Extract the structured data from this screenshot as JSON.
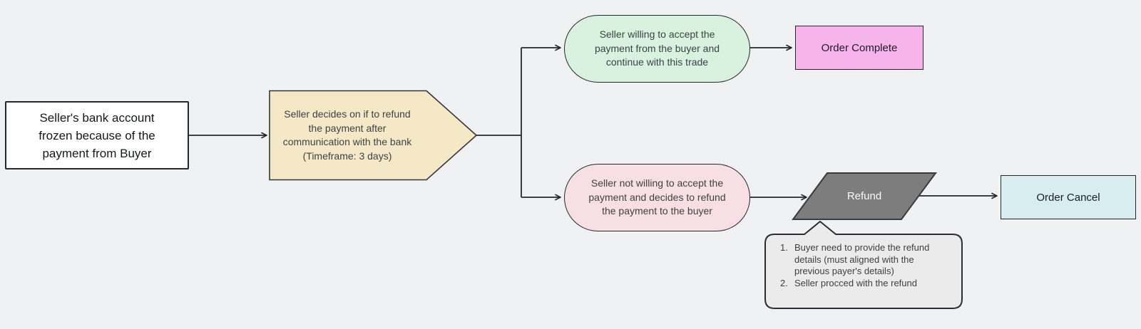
{
  "diagram": {
    "type": "flowchart",
    "background_color": "#f0f1f3",
    "line_color": "#26282b",
    "nodes": {
      "frozen": {
        "shape": "rectangle",
        "fill": "#ffffff",
        "label": "Seller's bank account frozen because of the payment from Buyer",
        "lines": [
          "Seller's bank account",
          "frozen because of the",
          "payment from Buyer"
        ]
      },
      "decision": {
        "shape": "pentagon-arrow",
        "fill": "#f5e8c6",
        "label": "Seller decides on if to refund the payment after communication with the bank (Timeframe: 3 days)",
        "lines": [
          "Seller decides on if to refund",
          "the payment after",
          "communication with the bank",
          "(Timeframe: 3 days)"
        ]
      },
      "accept": {
        "shape": "pill",
        "fill": "#d9f2df",
        "label": "Seller willing to accept the payment from the buyer and continue with this trade",
        "lines": [
          "Seller willing to accept the",
          "payment from the buyer and",
          "continue with this trade"
        ]
      },
      "order_complete": {
        "shape": "rectangle",
        "fill": "#f7b3ec",
        "label": "Order Complete"
      },
      "reject": {
        "shape": "pill",
        "fill": "#f8dfe3",
        "label": "Seller not willing to accept the payment and decides to refund the payment to the buyer",
        "lines": [
          "Seller not willing to accept the",
          "payment and decides to refund",
          "the payment to the buyer"
        ]
      },
      "refund": {
        "shape": "parallelogram",
        "fill": "#7d7d7d",
        "text_color": "#ffffff",
        "label": "Refund"
      },
      "order_cancel": {
        "shape": "rectangle",
        "fill": "#d7edef",
        "label": "Order Cancel"
      },
      "note": {
        "shape": "callout",
        "fill": "#ebebeb",
        "items": [
          {
            "num": "1.",
            "text": "Buyer need to provide the refund details (must aligned with the previous payer's details)"
          },
          {
            "num": "2.",
            "text": "Seller procced with the refund"
          }
        ]
      }
    },
    "edges": [
      {
        "from": "frozen",
        "to": "decision"
      },
      {
        "from": "decision",
        "to": "accept"
      },
      {
        "from": "decision",
        "to": "reject"
      },
      {
        "from": "accept",
        "to": "order_complete"
      },
      {
        "from": "reject",
        "to": "refund"
      },
      {
        "from": "refund",
        "to": "order_cancel"
      },
      {
        "from": "refund",
        "to": "note"
      }
    ]
  }
}
